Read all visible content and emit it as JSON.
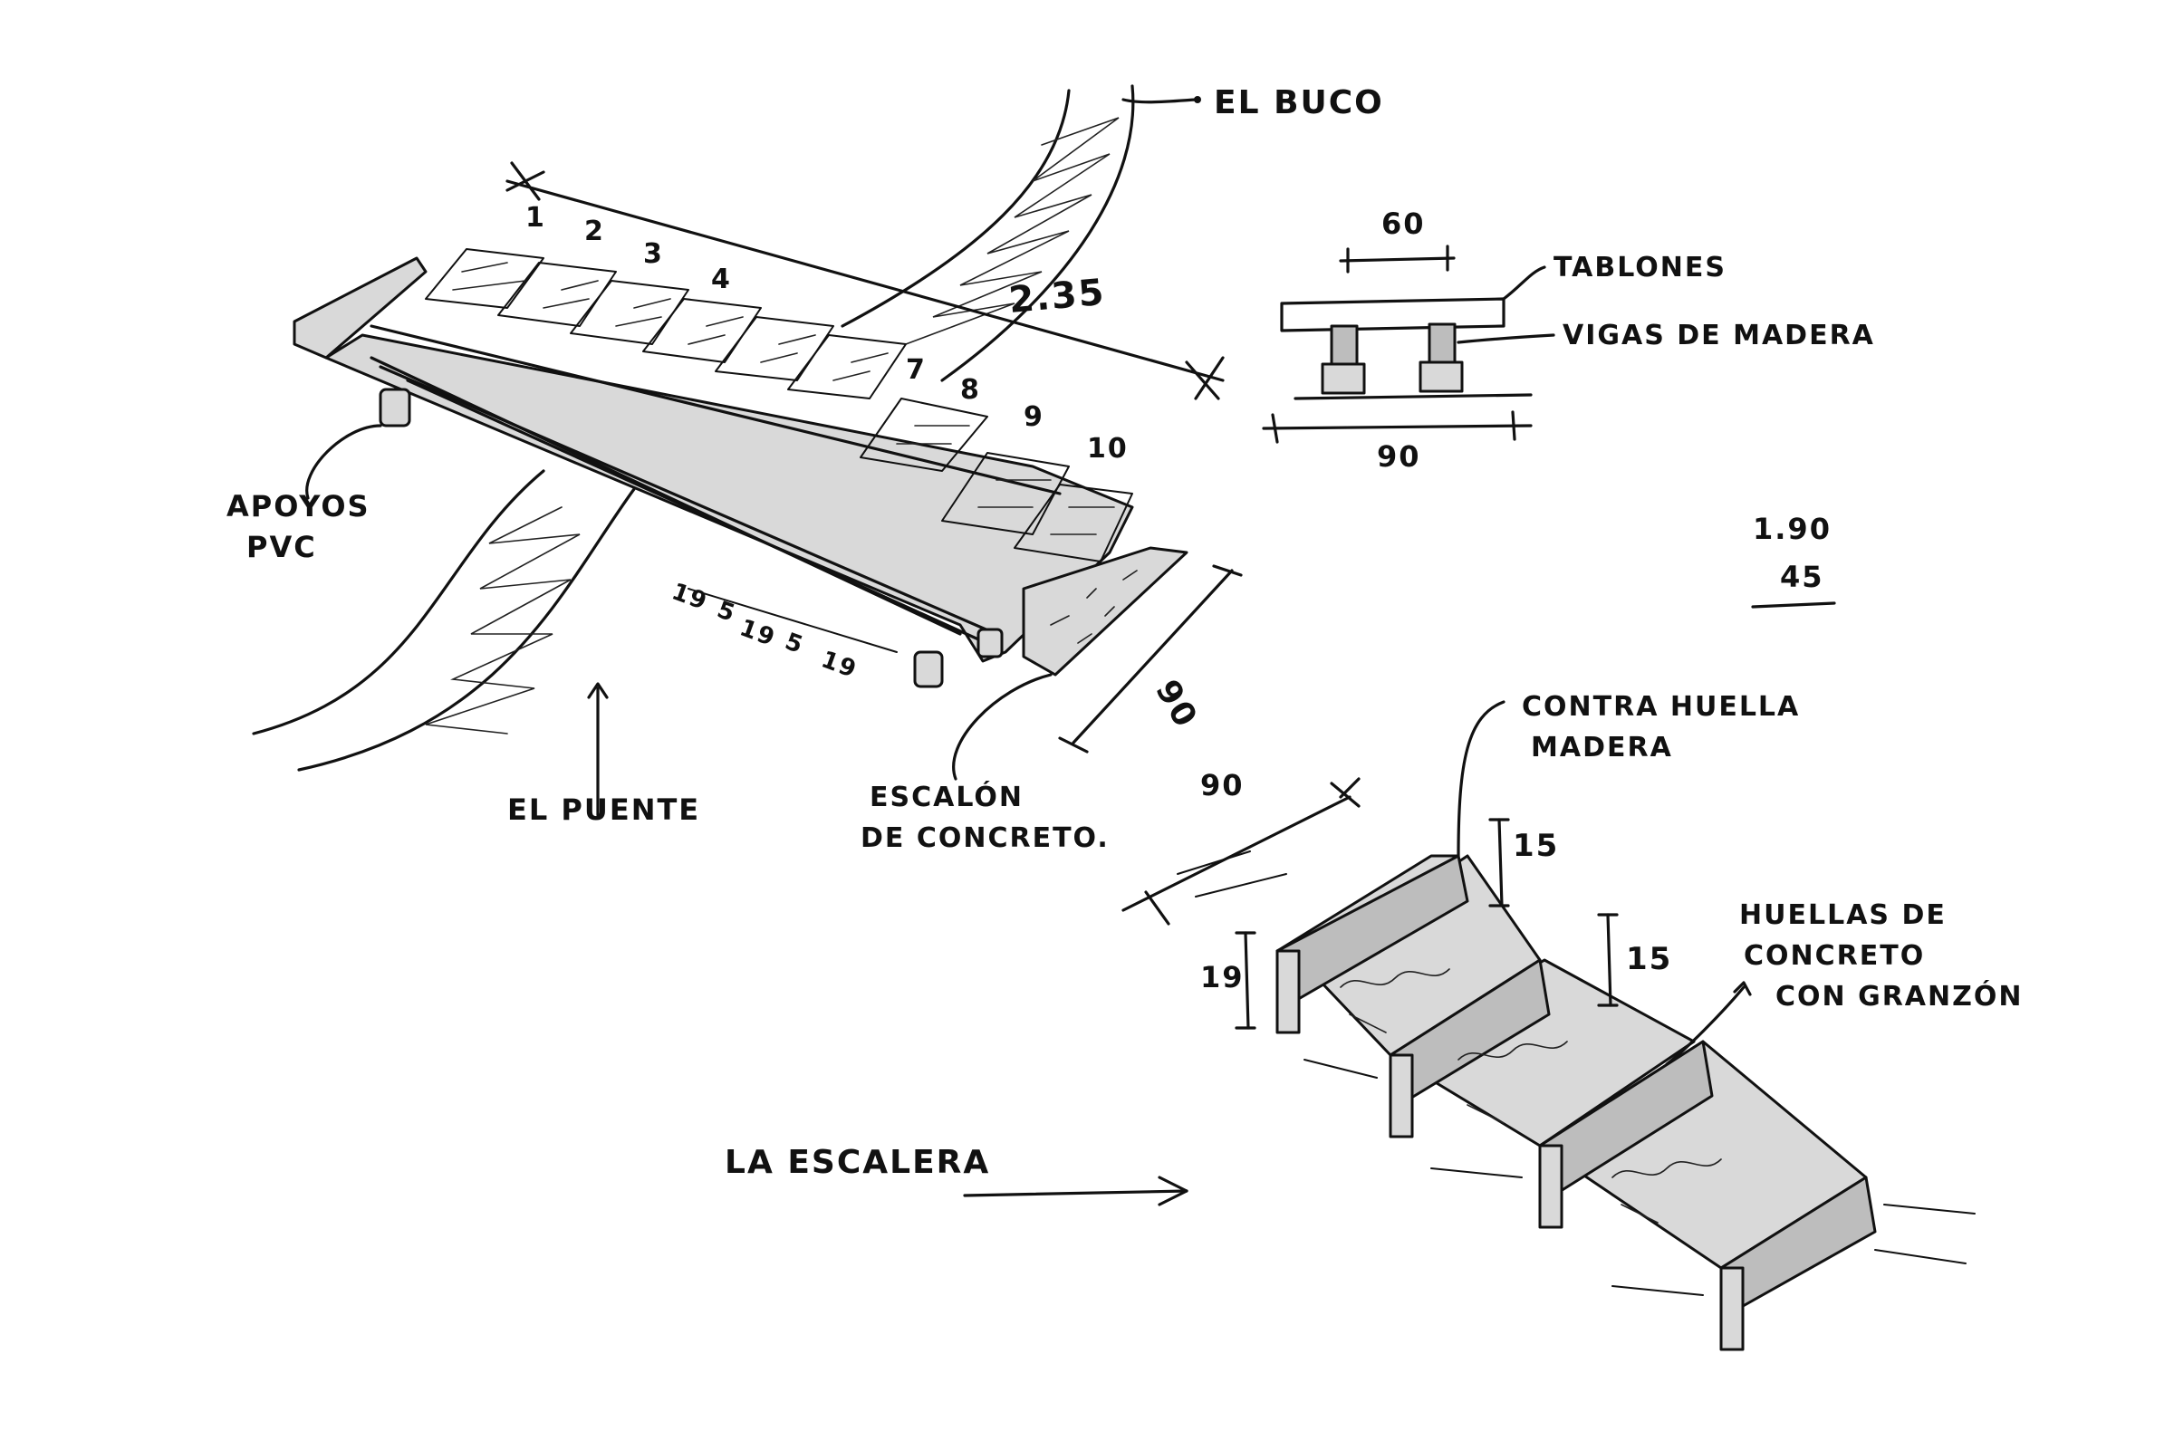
{
  "labels": {
    "el_buco": "EL BUCO",
    "apoyos_pvc_1": "APOYOS",
    "apoyos_pvc_2": "PVC",
    "el_puente": "EL PUENTE",
    "escalon_1": "ESCALÓN",
    "escalon_2": "DE CONCRETO.",
    "tablones": "TABLONES",
    "vigas": "VIGAS DE MADERA",
    "contra_huella_1": "CONTRA HUELLA",
    "contra_huella_2": "MADERA",
    "huellas_1": "HUELLAS DE",
    "huellas_2": "CONCRETO",
    "huellas_3": "CON GRANZÓN",
    "la_escalera": "LA ESCALERA"
  },
  "dimensions": {
    "span": "2.35",
    "width_bridge": "90",
    "plank_gap_1": "19",
    "plank_gap_2": "5",
    "plank_gap_3": "19",
    "plank_gap_4": "5",
    "plank_gap_5": "19",
    "section_top": "60",
    "section_bottom": "90",
    "stair_width": "90",
    "riser_1": "15",
    "riser_2": "15",
    "stair_height": "19",
    "ratio_top": "1.90",
    "ratio_bottom": "45"
  },
  "plank_numbers": [
    "1",
    "2",
    "3",
    "4",
    "7",
    "8",
    "9",
    "10"
  ]
}
